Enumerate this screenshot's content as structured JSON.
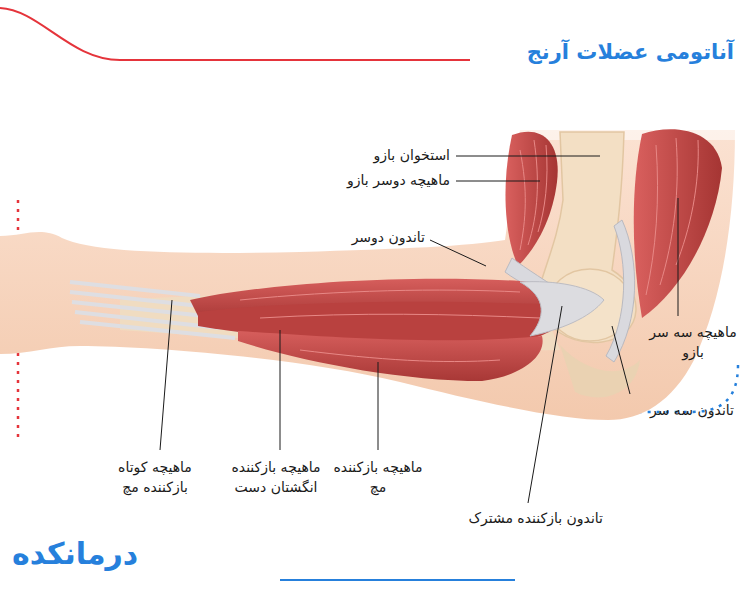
{
  "diagram": {
    "title": "آناتومی عضلات آرنج",
    "labels": [
      "استخوان بازو",
      "ماهیچه دوسر بازو",
      "تاندون دوسر",
      "ماهیچه سه سر بازو",
      "تاندون سه سر",
      "تاندون بازکننده مشترک",
      "ماهیچه بازکننده مچ",
      "ماهیچه بازکننده انگشتان دست",
      "ماهیچه کوتاه بازکننده مچ",
      "درمانکده"
    ]
  }
}
